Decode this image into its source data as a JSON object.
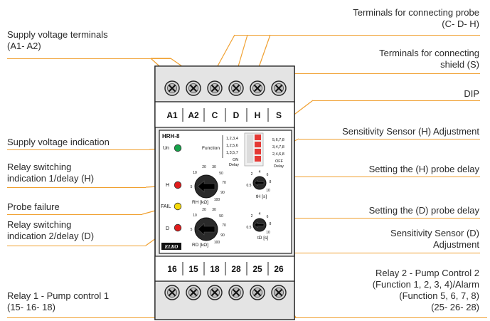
{
  "callouts": {
    "supply_terminals": [
      "Supply voltage terminals",
      "(A1- A2)"
    ],
    "probe_terminals": [
      "Terminals for connecting probe",
      "(C- D- H)"
    ],
    "shield_terminals": [
      "Terminals for connecting",
      "shield (S)"
    ],
    "dip": "DIP",
    "supply_indication": "Supply voltage indication",
    "relay1_indication": [
      "Relay switching",
      "indication 1/delay (H)"
    ],
    "probe_failure": "Probe failure",
    "relay2_indication": [
      "Relay switching",
      "indication 2/delay (D)"
    ],
    "sens_h": "Sensitivity Sensor (H) Adjustment",
    "delay_h": "Setting the (H) probe delay",
    "delay_d": "Setting the (D) probe delay",
    "sens_d": [
      "Sensitivity Sensor (D)",
      "Adjustment"
    ],
    "relay2_pump": [
      "Relay 2 - Pump Control 2",
      "(Function 1, 2, 3, 4)/Alarm",
      "(Function 5, 6, 7, 8)",
      "(25- 26- 28)"
    ],
    "relay1_pump": [
      "Relay 1 - Pump control 1",
      "(15- 16- 18)"
    ]
  },
  "device": {
    "top_terminals": [
      "A1",
      "A2",
      "C",
      "D",
      "H",
      "S"
    ],
    "bottom_terminals": [
      "16",
      "15",
      "18",
      "28",
      "25",
      "26"
    ],
    "model": "HRH-8",
    "function_label": "Function",
    "function_rows": [
      "1,2,3,4",
      "1,2,5,6",
      "1,3,5,7"
    ],
    "function_rows_right": [
      "5,6,7,8",
      "3,4,7,8",
      "2,4,6,8"
    ],
    "on_delay": [
      "ON",
      "Delay"
    ],
    "off_delay": [
      "OFF",
      "Delay"
    ],
    "un_label": "Un",
    "h_label": "H",
    "fail_label": "FAIL",
    "d_label": "D",
    "rh_unit": "RH [kΩ]",
    "rd_unit": "RD [kΩ]",
    "th_unit": "tH [s]",
    "td_unit": "tD [s]",
    "rh_scale": [
      "5",
      "10",
      "20",
      "30",
      "50",
      "70",
      "90",
      "100"
    ],
    "rd_scale": [
      "5",
      "10",
      "20",
      "30",
      "50",
      "70",
      "90",
      "100"
    ],
    "t_scale": [
      "0.5",
      "2",
      "4",
      "6",
      "8",
      "10"
    ],
    "logo": "ELKO",
    "colors": {
      "led_green": "#16a34a",
      "led_red": "#e11d1d",
      "led_yellow": "#f5d90a",
      "callout": "#f0a030"
    }
  }
}
